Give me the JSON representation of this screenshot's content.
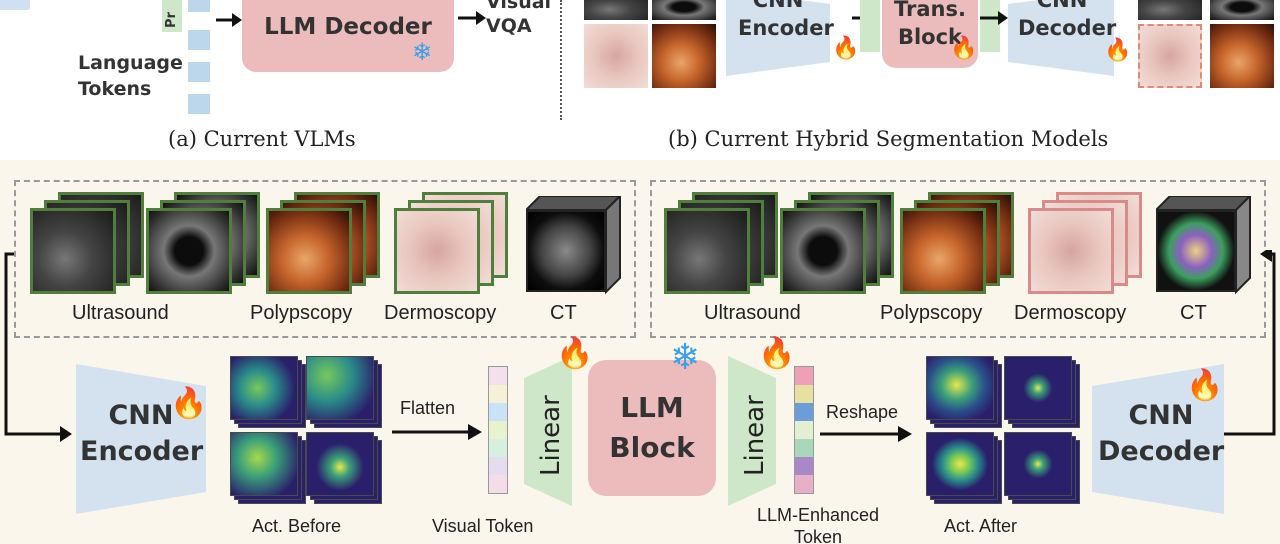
{
  "top": {
    "panel_a": {
      "caption": "(a) Current VLMs",
      "projector_label_partial": "Pr",
      "decoder_label": "LLM Decoder",
      "output_label": "Visual VQA",
      "output_line1": "Visual",
      "output_line2": "VQA",
      "lang_tokens_line1": "Language",
      "lang_tokens_line2": "Tokens"
    },
    "panel_b": {
      "caption": "(b) Current Hybrid Segmentation Models",
      "encoder_line1": "CNN",
      "encoder_line2": "Encoder",
      "trans_line1": "Trans.",
      "trans_line2": "Block",
      "decoder_line1": "CNN",
      "decoder_line2": "Decoder"
    }
  },
  "bottom": {
    "input_modalities": [
      "Ultrasound",
      "Polypscopy",
      "Dermoscopy",
      "CT"
    ],
    "output_modalities": [
      "Ultrasound",
      "Polypscopy",
      "Dermoscopy",
      "CT"
    ],
    "encoder_line1": "CNN",
    "encoder_line2": "Encoder",
    "act_before": "Act. Before",
    "flatten": "Flatten",
    "visual_token": "Visual Token",
    "linear_left": "Linear",
    "llm_block_line1": "LLM",
    "llm_block_line2": "Block",
    "linear_right": "Linear",
    "enhanced_token_line1": "LLM-Enhanced",
    "enhanced_token_line2": "Token",
    "reshape": "Reshape",
    "act_after": "Act. After",
    "decoder_line1": "CNN",
    "decoder_line2": "Decoder"
  },
  "colors": {
    "llm_block": "#ecbcbc",
    "linear": "#cfe7c9",
    "cnn": "#d4e2f0",
    "fire": "#e8532a",
    "snow": "#3aa0e8",
    "frame_green": "#4f7f3a",
    "bottom_bg": "#fbf6ec"
  },
  "icons": {
    "trainable": "fire-icon",
    "frozen": "snowflake-icon"
  }
}
